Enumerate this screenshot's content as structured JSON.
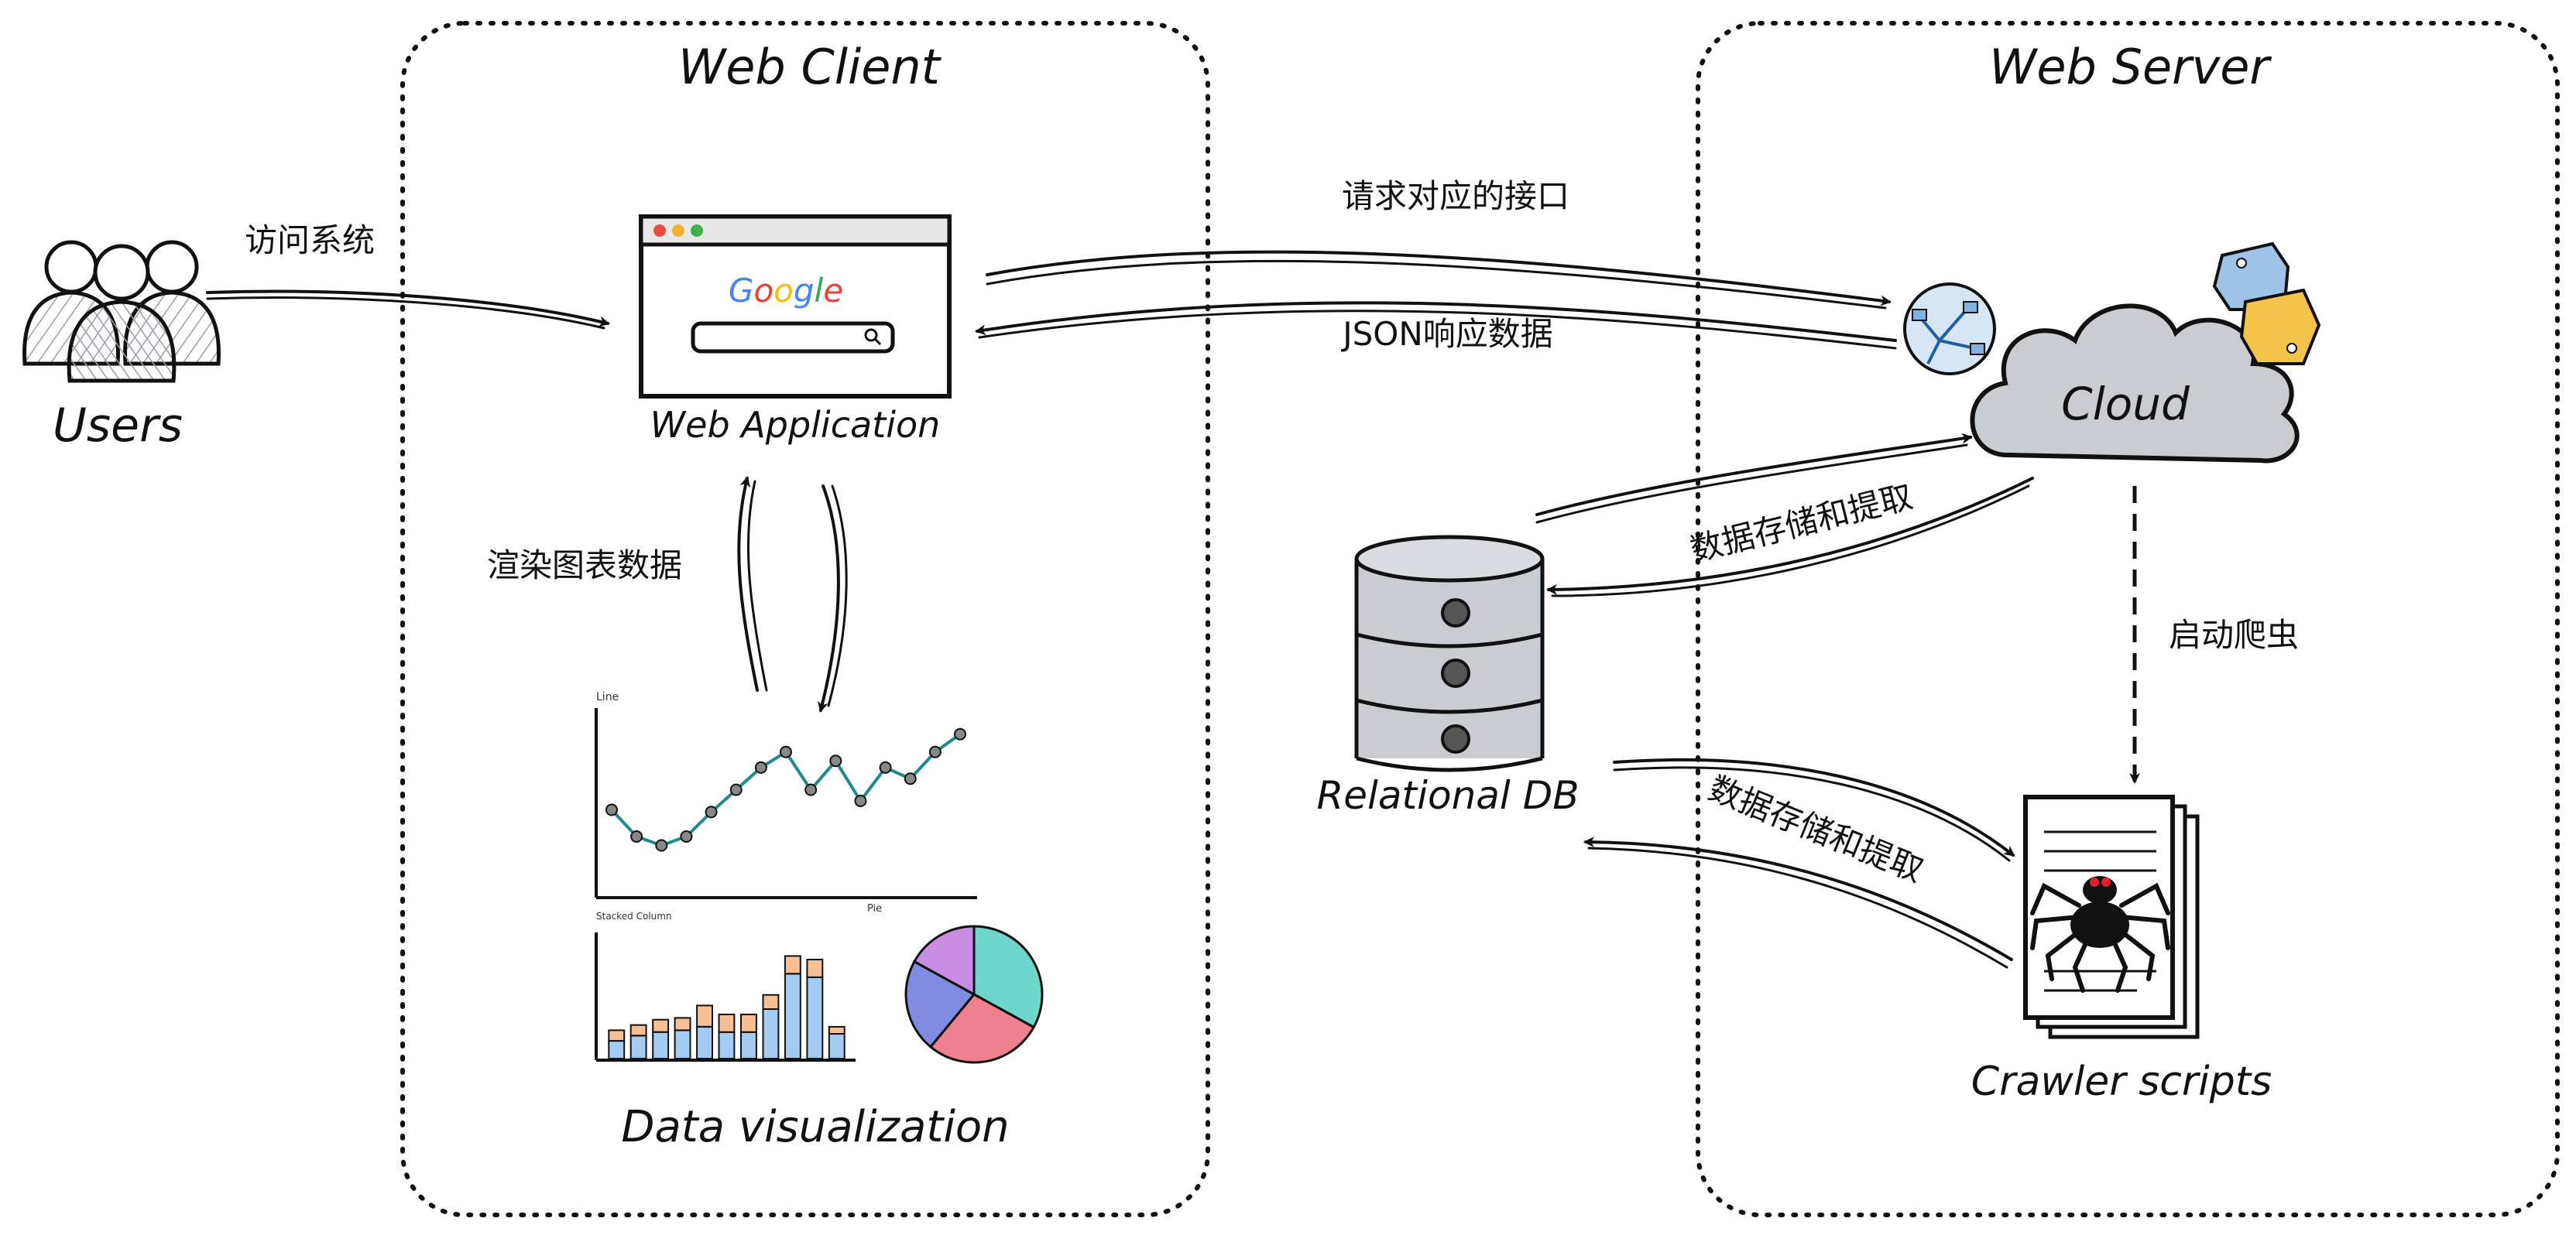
{
  "groups": {
    "client_title": "Web Client",
    "server_title": "Web Server"
  },
  "nodes": {
    "users": "Users",
    "web_app": "Web Application",
    "browser_logo": "Google",
    "data_viz": "Data visualization",
    "cloud": "Cloud",
    "db": "Relational DB",
    "crawler": "Crawler scripts"
  },
  "edges": {
    "visit": "访问系统",
    "request": "请求对应的接口",
    "json_response": "JSON响应数据",
    "render": "渲染图表数据",
    "store_cloud": "数据存储和提取",
    "start_crawler": "启动爬虫",
    "store_crawler": "数据存储和提取"
  },
  "charts": {
    "line_label": "Line",
    "stacked_label": "Stacked Column",
    "pie_label": "Pie"
  },
  "chart_data": [
    {
      "type": "line",
      "title": "Line",
      "x": [
        1,
        2,
        3,
        4,
        5,
        6,
        7,
        8,
        9,
        10,
        11,
        12,
        13,
        14,
        15
      ],
      "y": [
        36,
        24,
        20,
        24,
        35,
        45,
        55,
        62,
        45,
        58,
        40,
        55,
        50,
        62,
        70
      ],
      "ylim": [
        0,
        80
      ]
    },
    {
      "type": "bar",
      "title": "Stacked Column",
      "categories": [
        "1",
        "2",
        "3",
        "4",
        "5",
        "6",
        "7",
        "8",
        "9",
        "10",
        "11"
      ],
      "series": [
        {
          "values": [
            10,
            13,
            15,
            16,
            18,
            15,
            15,
            28,
            48,
            46,
            14
          ]
        },
        {
          "values": [
            6,
            6,
            7,
            7,
            12,
            10,
            10,
            8,
            10,
            10,
            4
          ]
        }
      ],
      "ylim": [
        0,
        70
      ]
    },
    {
      "type": "pie",
      "title": "Pie",
      "values": [
        33,
        28,
        22,
        17
      ],
      "colors": [
        "#2ec4b6",
        "#e84a5f",
        "#4a5bd4",
        "#b15cd6"
      ]
    }
  ],
  "colors": {
    "ink": "#111111",
    "cloud_fill": "#c9ccd1",
    "db_fill": "#c9ccd1",
    "line_series": "#1f8a8a",
    "bar_bottom": "#5aa0e6",
    "bar_top": "#f08a3c",
    "spider_body": "#111111",
    "spider_eye": "#e0202a"
  }
}
